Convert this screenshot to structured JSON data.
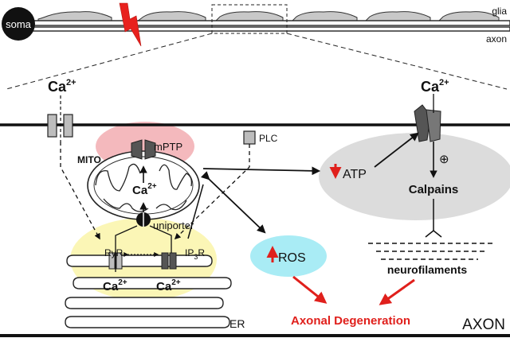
{
  "top_panel": {
    "soma": "soma",
    "glia": "glia",
    "axon": "axon"
  },
  "detail": {
    "ca_left": {
      "base": "Ca",
      "sup": "2+"
    },
    "ca_right": {
      "base": "Ca",
      "sup": "2+"
    },
    "ca_mito": {
      "base": "Ca",
      "sup": "2+"
    },
    "ca_er_left": {
      "base": "Ca",
      "sup": "2+"
    },
    "ca_er_right": {
      "base": "Ca",
      "sup": "2+"
    },
    "plc": "PLC",
    "mito": "MITO",
    "mptp": "mPTP",
    "uniporter": "uniporter",
    "ryr": "RyR",
    "ip3r": {
      "a": "IP",
      "sub": "3",
      "b": "R"
    },
    "er": "ER",
    "atp": "ATP",
    "ros": "ROS",
    "calpains": "Calpains",
    "plus": "⊕",
    "neurofilaments": "neurofilaments",
    "degeneration": "Axonal Degeneration",
    "axon_big": "AXON"
  },
  "colors": {
    "lightning": "#e8211e",
    "arrow_red": "#e0201c",
    "mito_halo": "#f4b9bd",
    "er_halo": "#fbf6b6",
    "ros_bubble": "#a9ecf5",
    "calpain_zone": "#dcdcdc"
  }
}
